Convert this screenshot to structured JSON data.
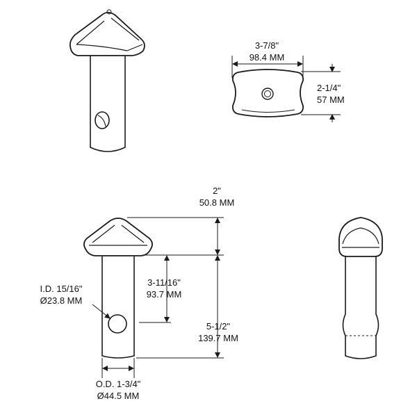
{
  "dimensions": {
    "top_width": {
      "imperial": "3-7/8\"",
      "metric": "98.4 MM"
    },
    "top_depth": {
      "imperial": "2-1/4\"",
      "metric": "57 MM"
    },
    "head_height": {
      "imperial": "2\"",
      "metric": "50.8 MM"
    },
    "hole_offset": {
      "imperial": "3-11/16\"",
      "metric": "93.7 MM"
    },
    "overall_length": {
      "imperial": "5-1/2\"",
      "metric": "139.7 MM"
    },
    "inner_diameter": {
      "imperial": "I.D. 15/16\"",
      "metric": "Ø23.8 MM"
    },
    "outer_diameter": {
      "imperial": "O.D. 1-3/4\"",
      "metric": "Ø44.5 MM"
    }
  }
}
